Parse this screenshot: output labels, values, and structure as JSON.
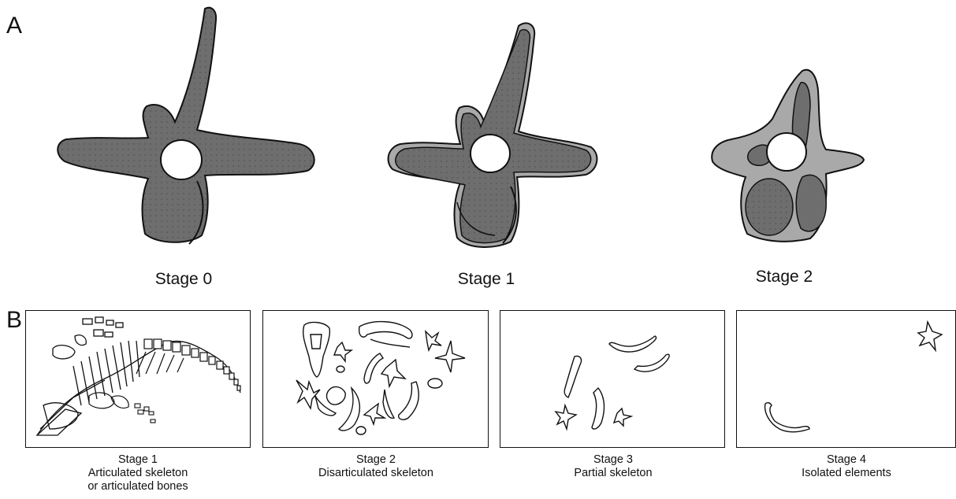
{
  "panel_a": {
    "letter": "A",
    "stages": [
      {
        "label": "Stage 0"
      },
      {
        "label": "Stage 1"
      },
      {
        "label": "Stage 2"
      }
    ]
  },
  "panel_b": {
    "letter": "B",
    "boxes": [
      {
        "title": "Stage 1",
        "line1": "Articulated skeleton",
        "line2": "or articulated bones"
      },
      {
        "title": "Stage 2",
        "line1": "Disarticulated skeleton",
        "line2": ""
      },
      {
        "title": "Stage 3",
        "line1": "Partial skeleton",
        "line2": ""
      },
      {
        "title": "Stage 4",
        "line1": "Isolated elements",
        "line2": ""
      }
    ]
  },
  "colors": {
    "bone_fill": "#6e6e6e",
    "weathered_fill": "#a9a9a9",
    "outline": "#111111"
  }
}
